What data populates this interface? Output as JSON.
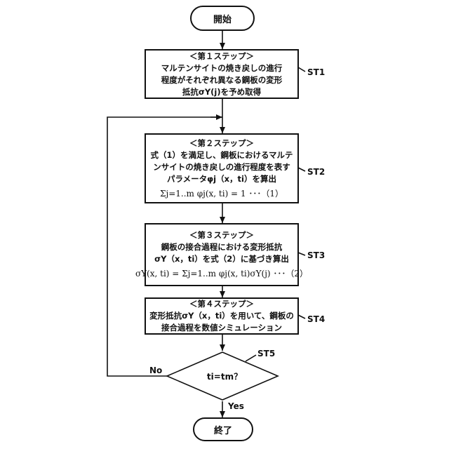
{
  "start": "開始",
  "end": "終了",
  "steps": [
    {
      "title": "＜第１ステップ＞",
      "lines": [
        "マルテンサイトの焼き戻しの進行",
        "程度がそれぞれ異なる鋼板の変形",
        "抵抗σY(j)を予め取得"
      ],
      "label": "ST1"
    },
    {
      "title": "＜第２ステップ＞",
      "lines": [
        "式（1）を満足し、鋼板におけるマルテ",
        "ンサイトの焼き戻しの進行程度を表す",
        "パラメータφj（x，ti）を算出"
      ],
      "formula": "Σj=1..m φj(x, ti) = 1 ･･･（1）",
      "label": "ST2"
    },
    {
      "title": "＜第３ステップ＞",
      "lines": [
        "鋼板の接合過程における変形抵抗",
        "σY（x，ti）を式（2）に基づき算出"
      ],
      "formula": "σY(x, ti) = Σj=1..m φj(x, ti)σY(j) ･･･（2）",
      "label": "ST3"
    },
    {
      "title": "＜第４ステップ＞",
      "lines": [
        "変形抵抗σY（x，ti）を用いて、鋼板の",
        "接合過程を数値シミュレーション"
      ],
      "label": "ST4"
    }
  ],
  "decision": {
    "condition": "ti=tm？",
    "label": "ST5",
    "no": "No",
    "yes": "Yes"
  }
}
